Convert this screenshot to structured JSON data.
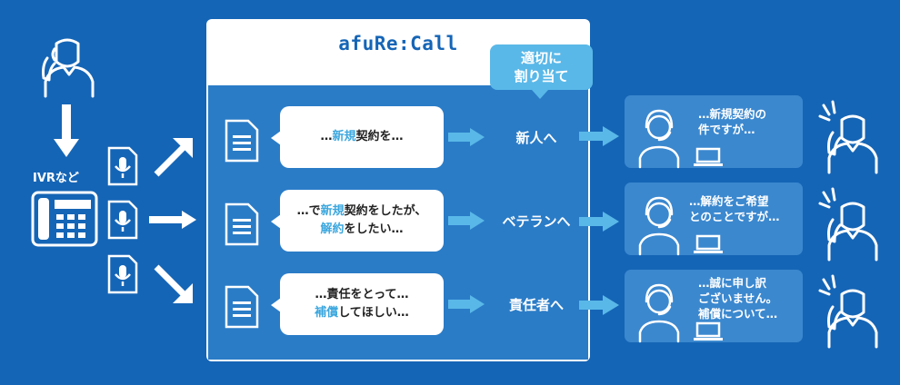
{
  "colors": {
    "background": "#1565b6",
    "panel_inner": "#2a7cc7",
    "accent": "#5ab8e8",
    "highlight": "#3ca7de",
    "operator_box": "#3b88cf"
  },
  "ivr_label": "IVRなど",
  "title": "afuRe:Call",
  "badge": {
    "line1": "適切に",
    "line2": "割り当て"
  },
  "rows": [
    {
      "bubble_parts": [
        {
          "t": "…",
          "hl": false
        },
        {
          "t": "新規",
          "hl": true
        },
        {
          "t": "契約を…",
          "hl": false
        }
      ],
      "destination": "新人へ",
      "operator_text": "…新規契約の\n件ですが…"
    },
    {
      "bubble_parts": [
        {
          "t": "…で",
          "hl": false
        },
        {
          "t": "新規",
          "hl": true
        },
        {
          "t": "契約をしたが、",
          "hl": false
        },
        {
          "br": true
        },
        {
          "t": "解約",
          "hl": true
        },
        {
          "t": "をしたい…",
          "hl": false
        }
      ],
      "destination": "ベテランへ",
      "operator_text": "…解約をご希望\nとのことですが…"
    },
    {
      "bubble_parts": [
        {
          "t": "…責任をとって…",
          "hl": false
        },
        {
          "br": true
        },
        {
          "t": "補償",
          "hl": true
        },
        {
          "t": "してほしい…",
          "hl": false
        }
      ],
      "destination": "責任者へ",
      "operator_text": "…誠に申し訳\nございません。\n補償について…"
    }
  ],
  "icons": [
    "caller-person-icon",
    "down-arrow-icon",
    "phone-icon",
    "audio-file-icon",
    "document-icon",
    "operator-headset-icon",
    "laptop-icon",
    "angry-customer-icon"
  ]
}
